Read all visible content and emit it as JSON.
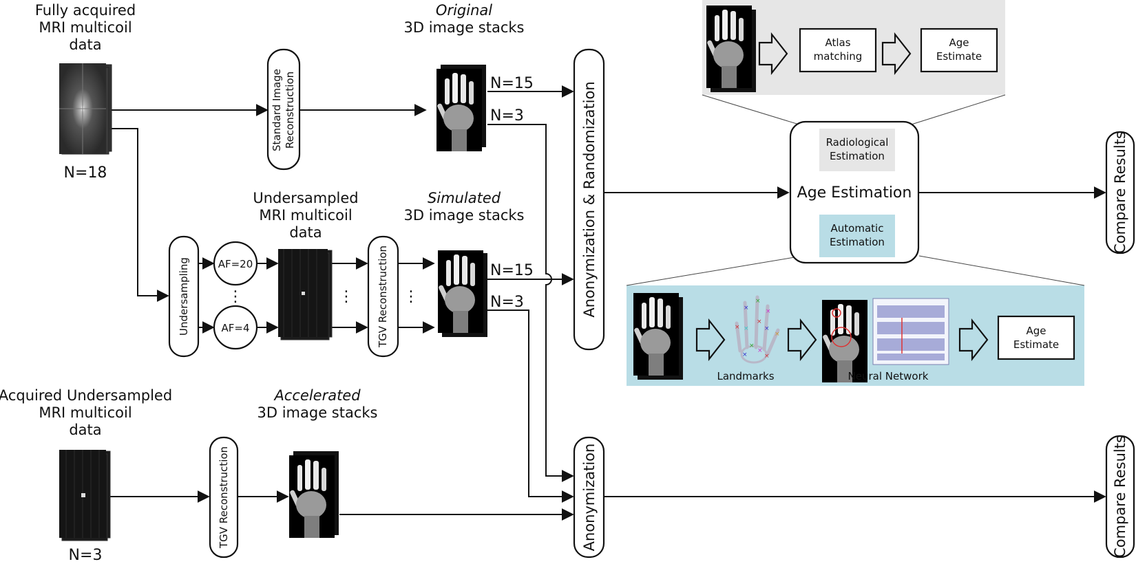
{
  "diagram": {
    "fully_acquired": {
      "line1": "Fully acquired",
      "line2": "MRI  multicoil",
      "line3": "data",
      "count": "N=18"
    },
    "standard_recon": {
      "line1": "Standard Image",
      "line2": "Reconstruction"
    },
    "original": {
      "line1": "Original",
      "line2": "3D image stacks"
    },
    "original_splits": {
      "a": "N=15",
      "b": "N=3"
    },
    "undersampled": {
      "line1": "Undersampled",
      "line2": "MRI multicoil",
      "line3": "data"
    },
    "undersampling": "Undersampling",
    "af_top": "AF=20",
    "af_bottom": "AF=4",
    "dots": "⋮",
    "tgv_recon": "TGV Reconstruction",
    "simulated": {
      "line1": "Simulated",
      "line2": "3D image stacks"
    },
    "simulated_splits": {
      "a": "N=15",
      "b": "N=3"
    },
    "anonymization_randomization": "Anonymization & Randomization",
    "acquired_undersampled": {
      "line1": "Acquired Undersampled",
      "line2": "MRI multicoil",
      "line3": "data",
      "count": "N=3"
    },
    "accelerated": {
      "line1": "Accelerated",
      "line2": "3D image stacks"
    },
    "anonymization": "Anonymization",
    "age_estimation": "Age Estimation",
    "radiological": {
      "line1": "Radiological",
      "line2": "Estimation"
    },
    "automatic": {
      "line1": "Automatic",
      "line2": "Estimation"
    },
    "compare_top": "Compare Results",
    "compare_bottom": "Compare Results",
    "atlas": {
      "line1": "Atlas",
      "line2": "matching"
    },
    "age_estimate_top": {
      "line1": "Age",
      "line2": "Estimate"
    },
    "landmarks": "Landmarks",
    "neural_network": "Neural Network",
    "age_estimate_bottom": {
      "line1": "Age",
      "line2": "Estimate"
    }
  },
  "colors": {
    "radiological_panel": "#e6e6e6",
    "automatic_panel": "#b9dde6"
  }
}
